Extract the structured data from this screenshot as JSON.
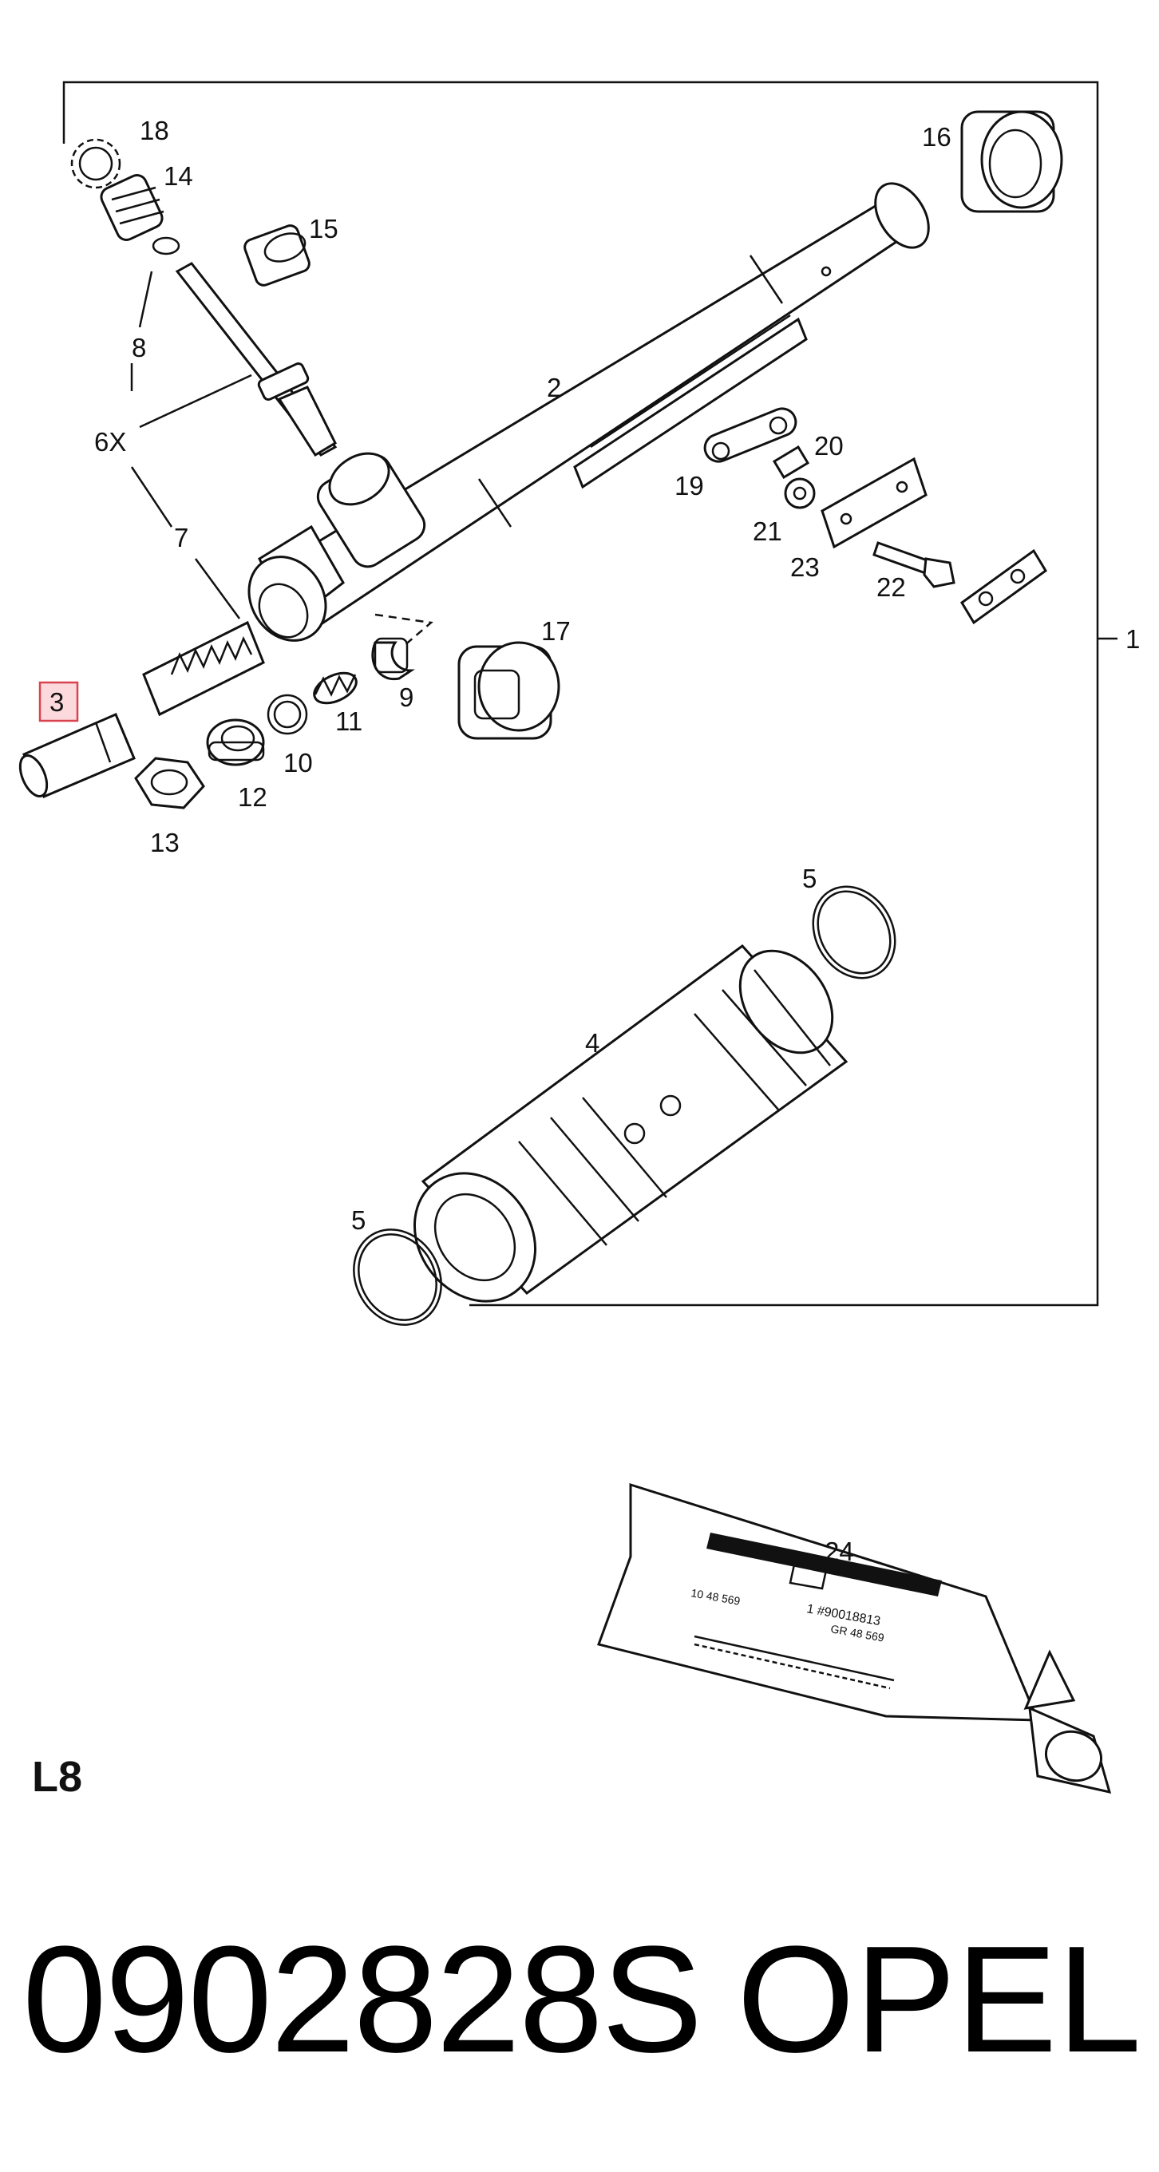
{
  "callouts": {
    "c1": "1",
    "c2": "2",
    "c3": "3",
    "c4": "4",
    "c5a": "5",
    "c5b": "5",
    "c6": "6X",
    "c7": "7",
    "c8": "8",
    "c9": "9",
    "c10": "10",
    "c11": "11",
    "c12": "12",
    "c13": "13",
    "c14": "14",
    "c15": "15",
    "c16": "16",
    "c17": "17",
    "c18": "18",
    "c19": "19",
    "c20": "20",
    "c21": "21",
    "c22": "22",
    "c23": "23",
    "c24": "24"
  },
  "tube_label": {
    "line1": "10 48 569",
    "line2": "1 #90018813",
    "line3": "GR 48 569"
  },
  "footer": {
    "section_code": "L8",
    "part_number": "0902828S",
    "brand": "OPEL"
  },
  "colors": {
    "highlight_fill": "#fbd9dc",
    "highlight_stroke": "#d9434f",
    "ink": "#111111"
  }
}
